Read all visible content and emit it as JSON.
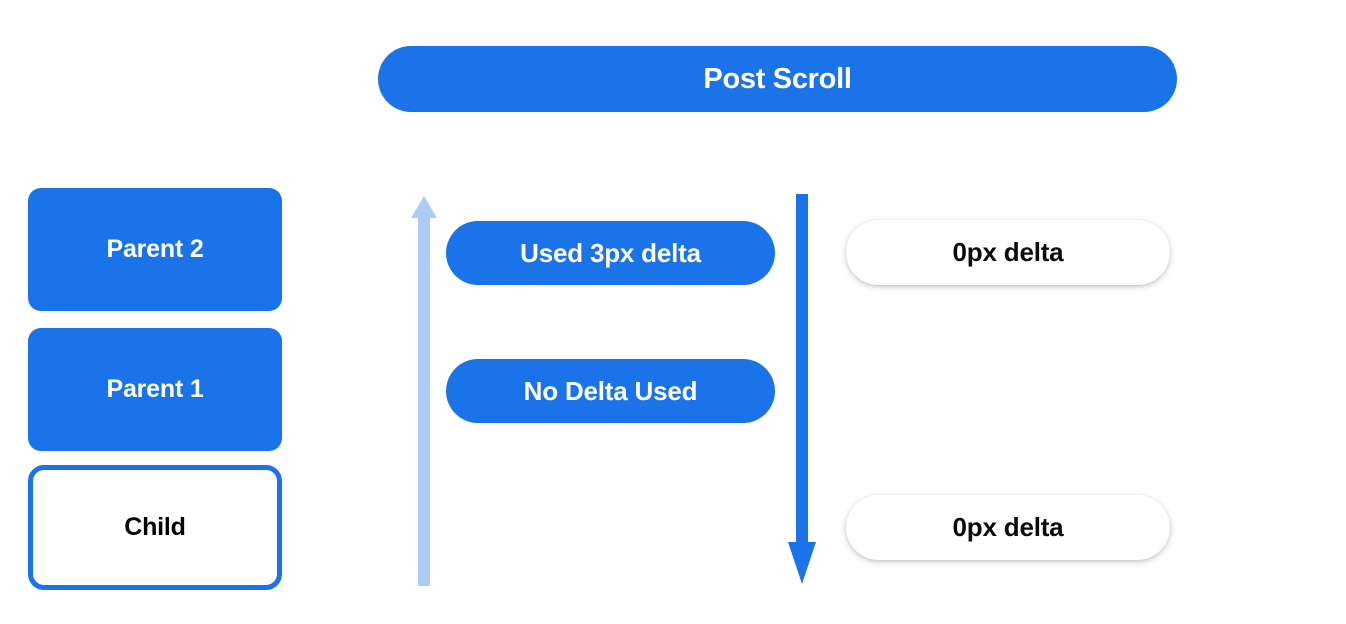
{
  "colors": {
    "brand_blue": "#1a73e8",
    "arrow_light_blue": "#aecbf5",
    "arrow_dark_blue": "#1a73e8",
    "white": "#ffffff",
    "text_dark": "#0b0b0b",
    "background": "#ffffff"
  },
  "header": {
    "title": "Post Scroll"
  },
  "nodes": [
    {
      "id": "parent2",
      "label": "Parent 2",
      "style": "filled"
    },
    {
      "id": "parent1",
      "label": "Parent 1",
      "style": "filled"
    },
    {
      "id": "child",
      "label": "Child",
      "style": "outlined"
    }
  ],
  "arrows": [
    {
      "id": "arrow-up",
      "name": "scroll-propagation-up-arrow",
      "direction": "up",
      "color": "#aecbf5",
      "head": "top"
    },
    {
      "id": "arrow-down",
      "name": "scroll-propagation-down-arrow",
      "direction": "down",
      "color": "#1a73e8",
      "head": "bottom"
    }
  ],
  "annotations": {
    "middle_column": [
      {
        "id": "used-delta",
        "label": "Used 3px delta",
        "style": "filled"
      },
      {
        "id": "no-delta",
        "label": "No Delta Used",
        "style": "filled"
      }
    ],
    "right_column": [
      {
        "id": "delta-top",
        "label": "0px delta",
        "style": "white"
      },
      {
        "id": "delta-bottom",
        "label": "0px delta",
        "style": "white"
      }
    ]
  }
}
